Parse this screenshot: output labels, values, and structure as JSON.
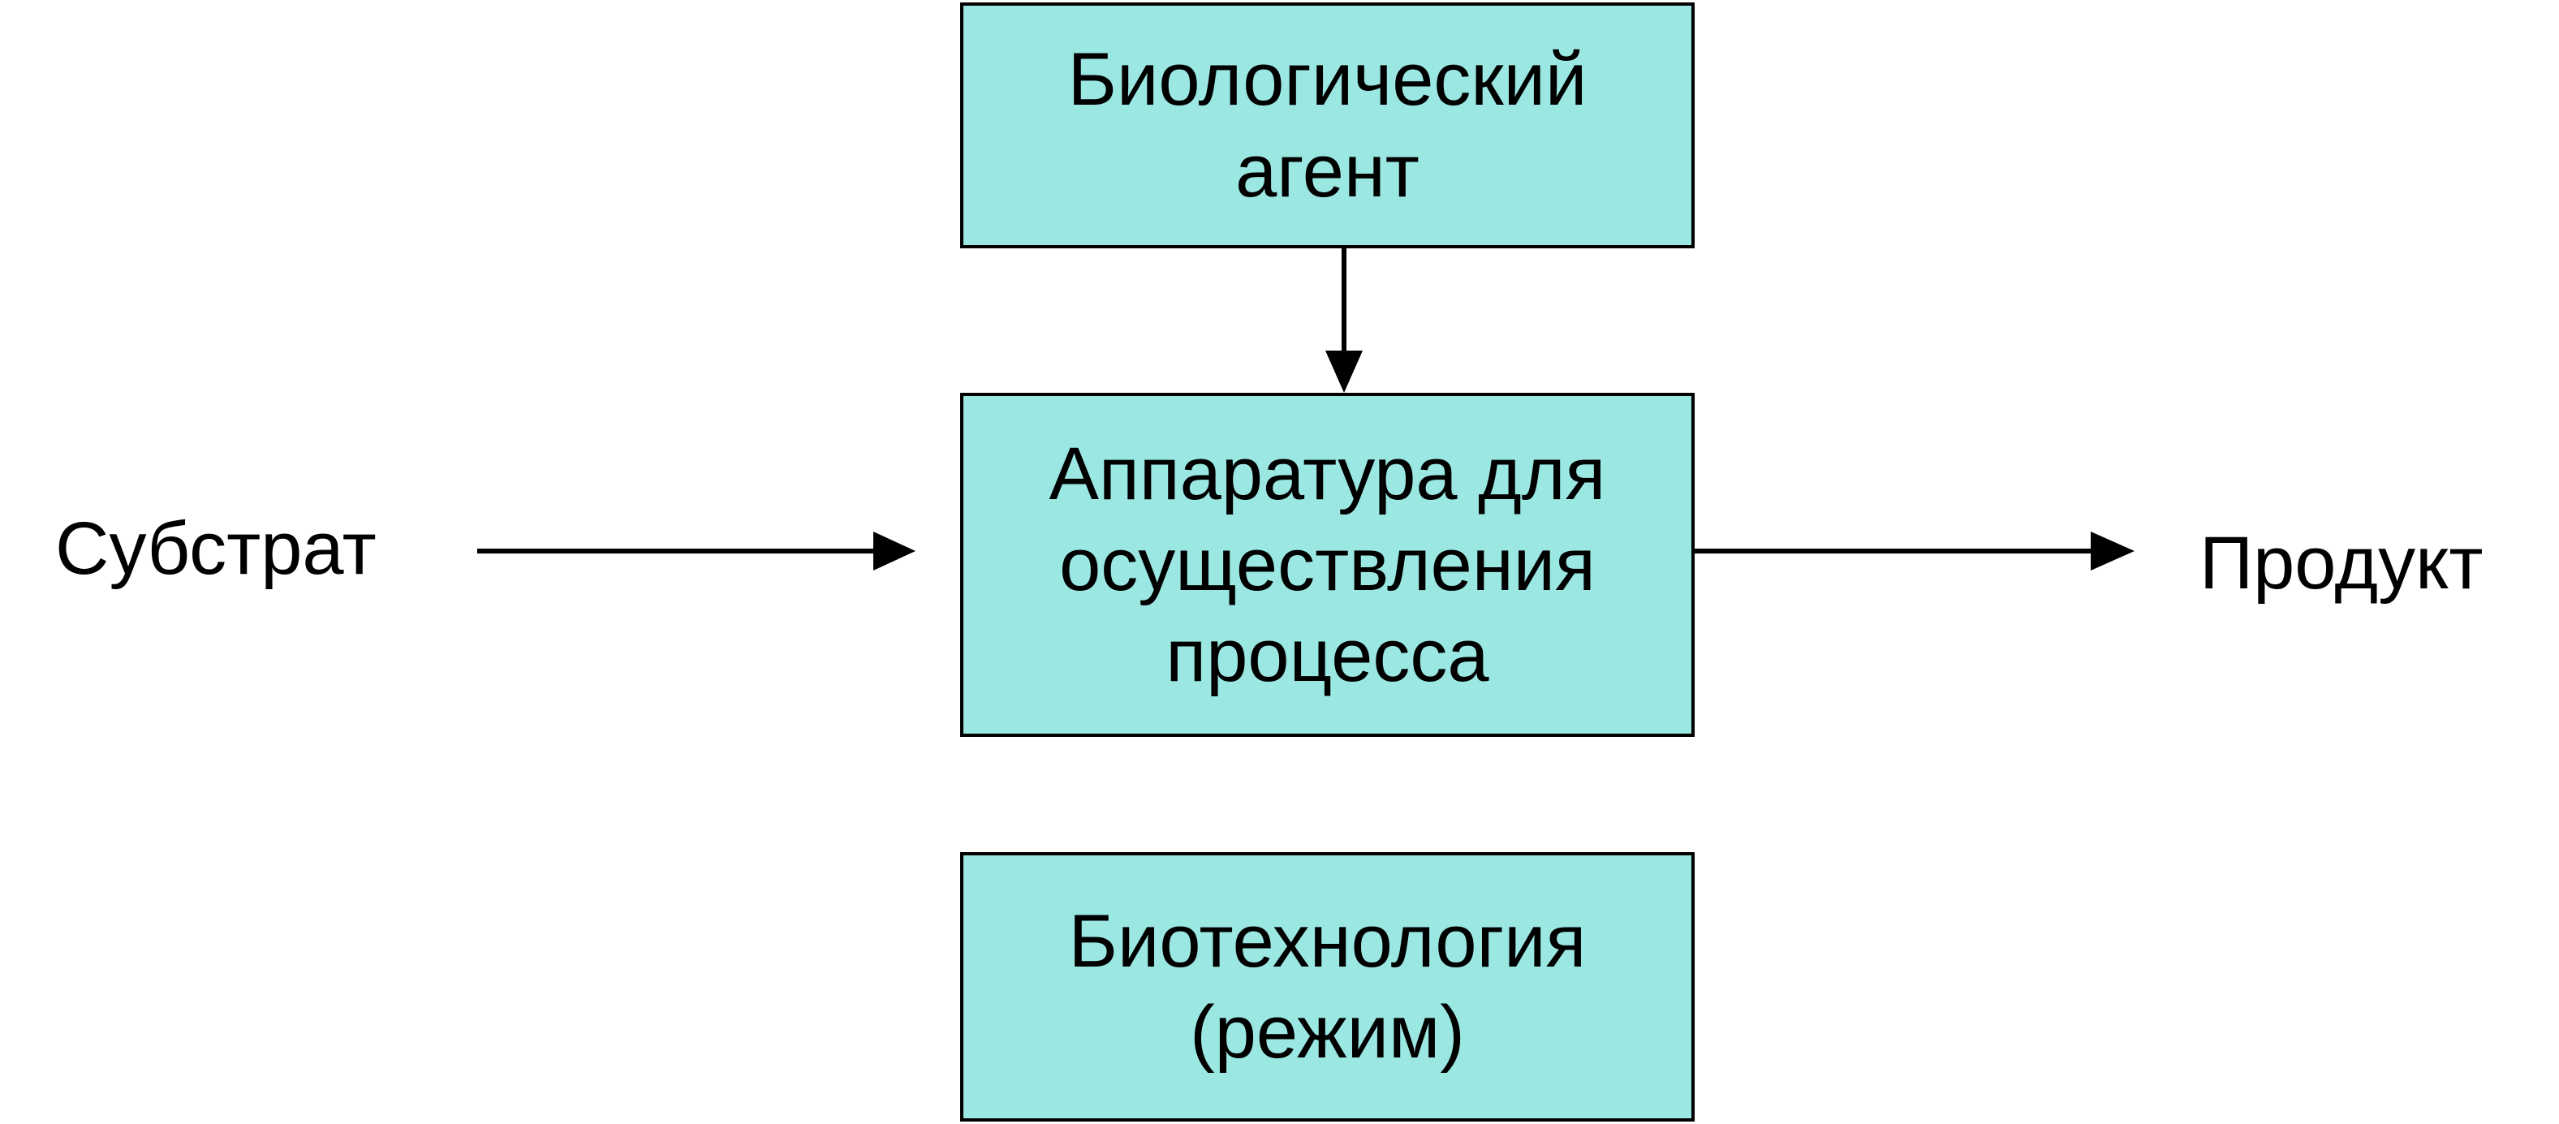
{
  "colors": {
    "box_fill": "#9be8e3",
    "box_border": "#000000",
    "arrow": "#000000",
    "text": "#000000"
  },
  "diagram": {
    "substrate": "Субстрат",
    "product": "Продукт",
    "biological_agent": "Биологический\nагент",
    "apparatus": "Аппаратура для\nосуществления\nпроцесса",
    "biotechnology": "Биотехнология\n(режим)"
  }
}
